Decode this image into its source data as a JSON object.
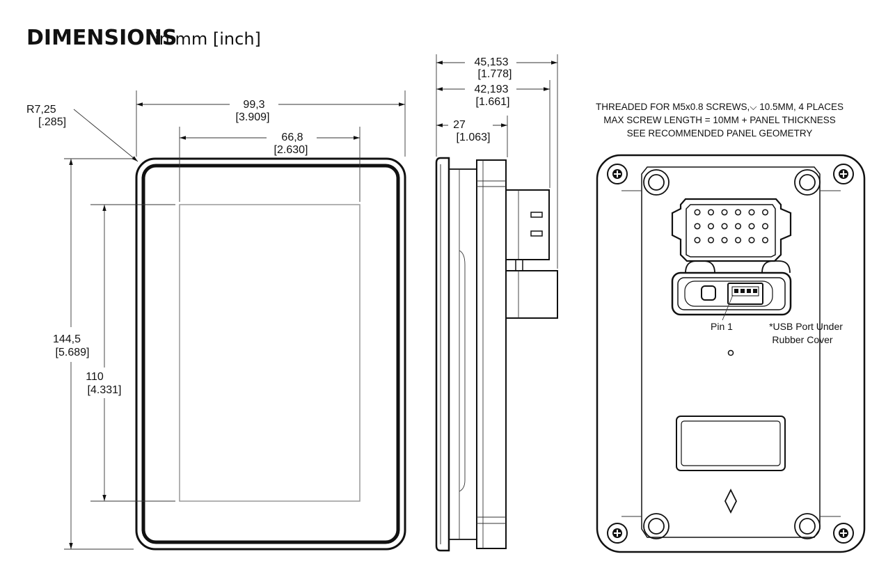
{
  "title": {
    "main": "DIMENSIONS",
    "sub": "in mm [inch]"
  },
  "front_view": {
    "radius": {
      "mm": "R7,25",
      "inch": "[.285]"
    },
    "overall_width": {
      "mm": "99,3",
      "inch": "[3.909]"
    },
    "screen_width": {
      "mm": "66,8",
      "inch": "[2.630]"
    },
    "overall_height": {
      "mm": "144,5",
      "inch": "[5.689]"
    },
    "screen_height": {
      "mm": "110",
      "inch": "[4.331]"
    }
  },
  "side_view": {
    "total_depth": {
      "mm": "45,153",
      "inch": "[1.778]"
    },
    "connector_depth": {
      "mm": "42,193",
      "inch": "[1.661]"
    },
    "body_depth": {
      "mm": "27",
      "inch": "[1.063]"
    }
  },
  "rear_view": {
    "notes": [
      "THREADED FOR M5x0.8 SCREWS,⌵ 10.5MM, 4 PLACES",
      "MAX SCREW LENGTH = 10MM + PANEL THICKNESS",
      "SEE RECOMMENDED PANEL GEOMETRY"
    ],
    "pin_label": "Pin 1",
    "usb_note": [
      "*USB Port Under",
      "Rubber Cover"
    ]
  }
}
